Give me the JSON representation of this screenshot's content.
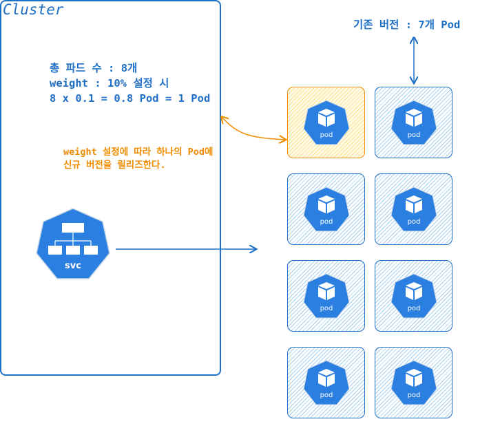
{
  "labels": {
    "existing_version": "기존 버전 : 7개 Pod",
    "info_lines": [
      "총 파드 수 : 8개",
      "weight : 10% 설정 시",
      "8 x 0.1 = 0.8 Pod = 1 Pod"
    ],
    "note_lines": [
      "weight 설정에 따라 하나의 Pod에",
      "신규 버전을 릴리즈한다."
    ]
  },
  "cluster": {
    "title": "Cluster",
    "pods": [
      {
        "label": "pod",
        "version": "new"
      },
      {
        "label": "pod",
        "version": "existing"
      },
      {
        "label": "pod",
        "version": "existing"
      },
      {
        "label": "pod",
        "version": "existing"
      },
      {
        "label": "pod",
        "version": "existing"
      },
      {
        "label": "pod",
        "version": "existing"
      },
      {
        "label": "pod",
        "version": "existing"
      },
      {
        "label": "pod",
        "version": "existing"
      }
    ]
  },
  "service": {
    "label": "svc"
  },
  "colors": {
    "primary_blue": "#1e6fc6",
    "icon_blue": "#2a7fe0",
    "accent_orange": "#f08c00",
    "new_pod_fill": "#ffe08a",
    "existing_pod_fill": "#a5d0f0"
  }
}
